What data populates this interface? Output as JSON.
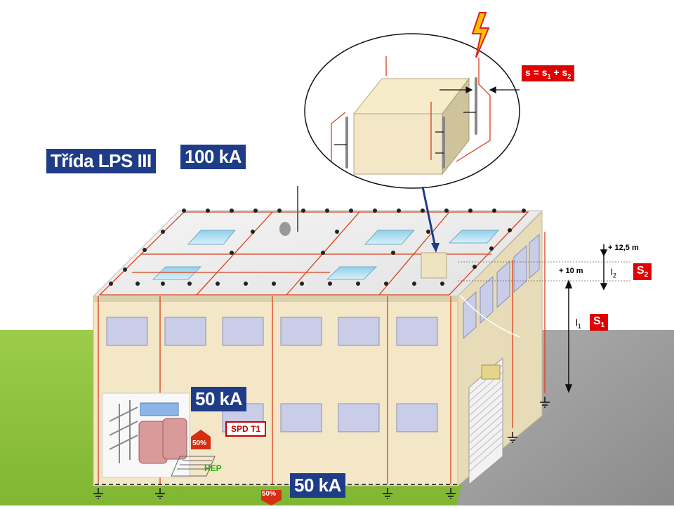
{
  "labels": {
    "lps_class": "Třída LPS III",
    "current_roof": "100 kA",
    "current_mid": "50 kA",
    "current_bottom": "50 kA",
    "separation_formula_base": "s = s",
    "separation_sub1": "1",
    "separation_plus": " + s",
    "separation_sub2": "2",
    "spd": "SPD T1",
    "hep": "HEP",
    "pct_top": "50%",
    "pct_bottom": "50%",
    "height_top": "+ 12,5 m",
    "height_mid": "+ 10 m",
    "l1_base": "l",
    "l1_sub": "1",
    "l2_base": "l",
    "l2_sub": "2",
    "s1_base": "S",
    "s1_sub": "1",
    "s2_base": "S",
    "s2_sub": "2"
  },
  "colors": {
    "label_blue": "#1f3c88",
    "label_red": "#e00000",
    "conductor": "#d9401a",
    "facade": "#f3e7c8",
    "roof": "#ececec",
    "grass": "#8cc43c",
    "road": "#9a9a9a"
  },
  "icons": [
    "lightning-icon",
    "ground-symbol-icon",
    "equipment-box-icon"
  ]
}
